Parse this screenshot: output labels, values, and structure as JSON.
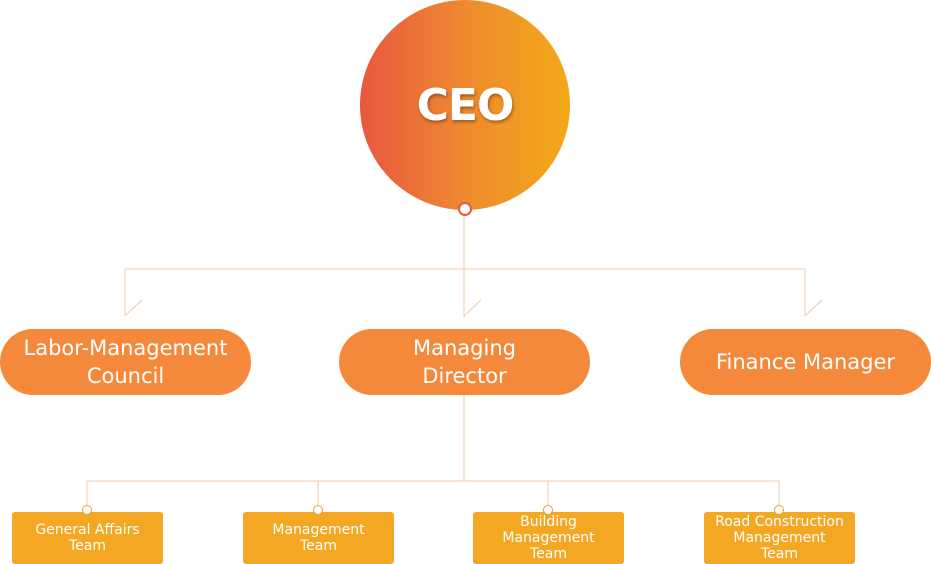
{
  "ceo": {
    "label": "CEO"
  },
  "level2": [
    {
      "label": "Labor-Management\nCouncil"
    },
    {
      "label": "Managing\nDirector"
    },
    {
      "label": "Finance Manager"
    }
  ],
  "teams": [
    {
      "label": "General Affairs\nTeam"
    },
    {
      "label": "Management\nTeam"
    },
    {
      "label": "Building\nManagement\nTeam"
    },
    {
      "label": "Road Construction\nManagement\nTeam"
    }
  ],
  "colors": {
    "gradient_start": "#e8573f",
    "gradient_end": "#f4a916",
    "level2_fill": "#f5893b",
    "team_fill": "#f4a722",
    "line": "#f2b98a"
  }
}
